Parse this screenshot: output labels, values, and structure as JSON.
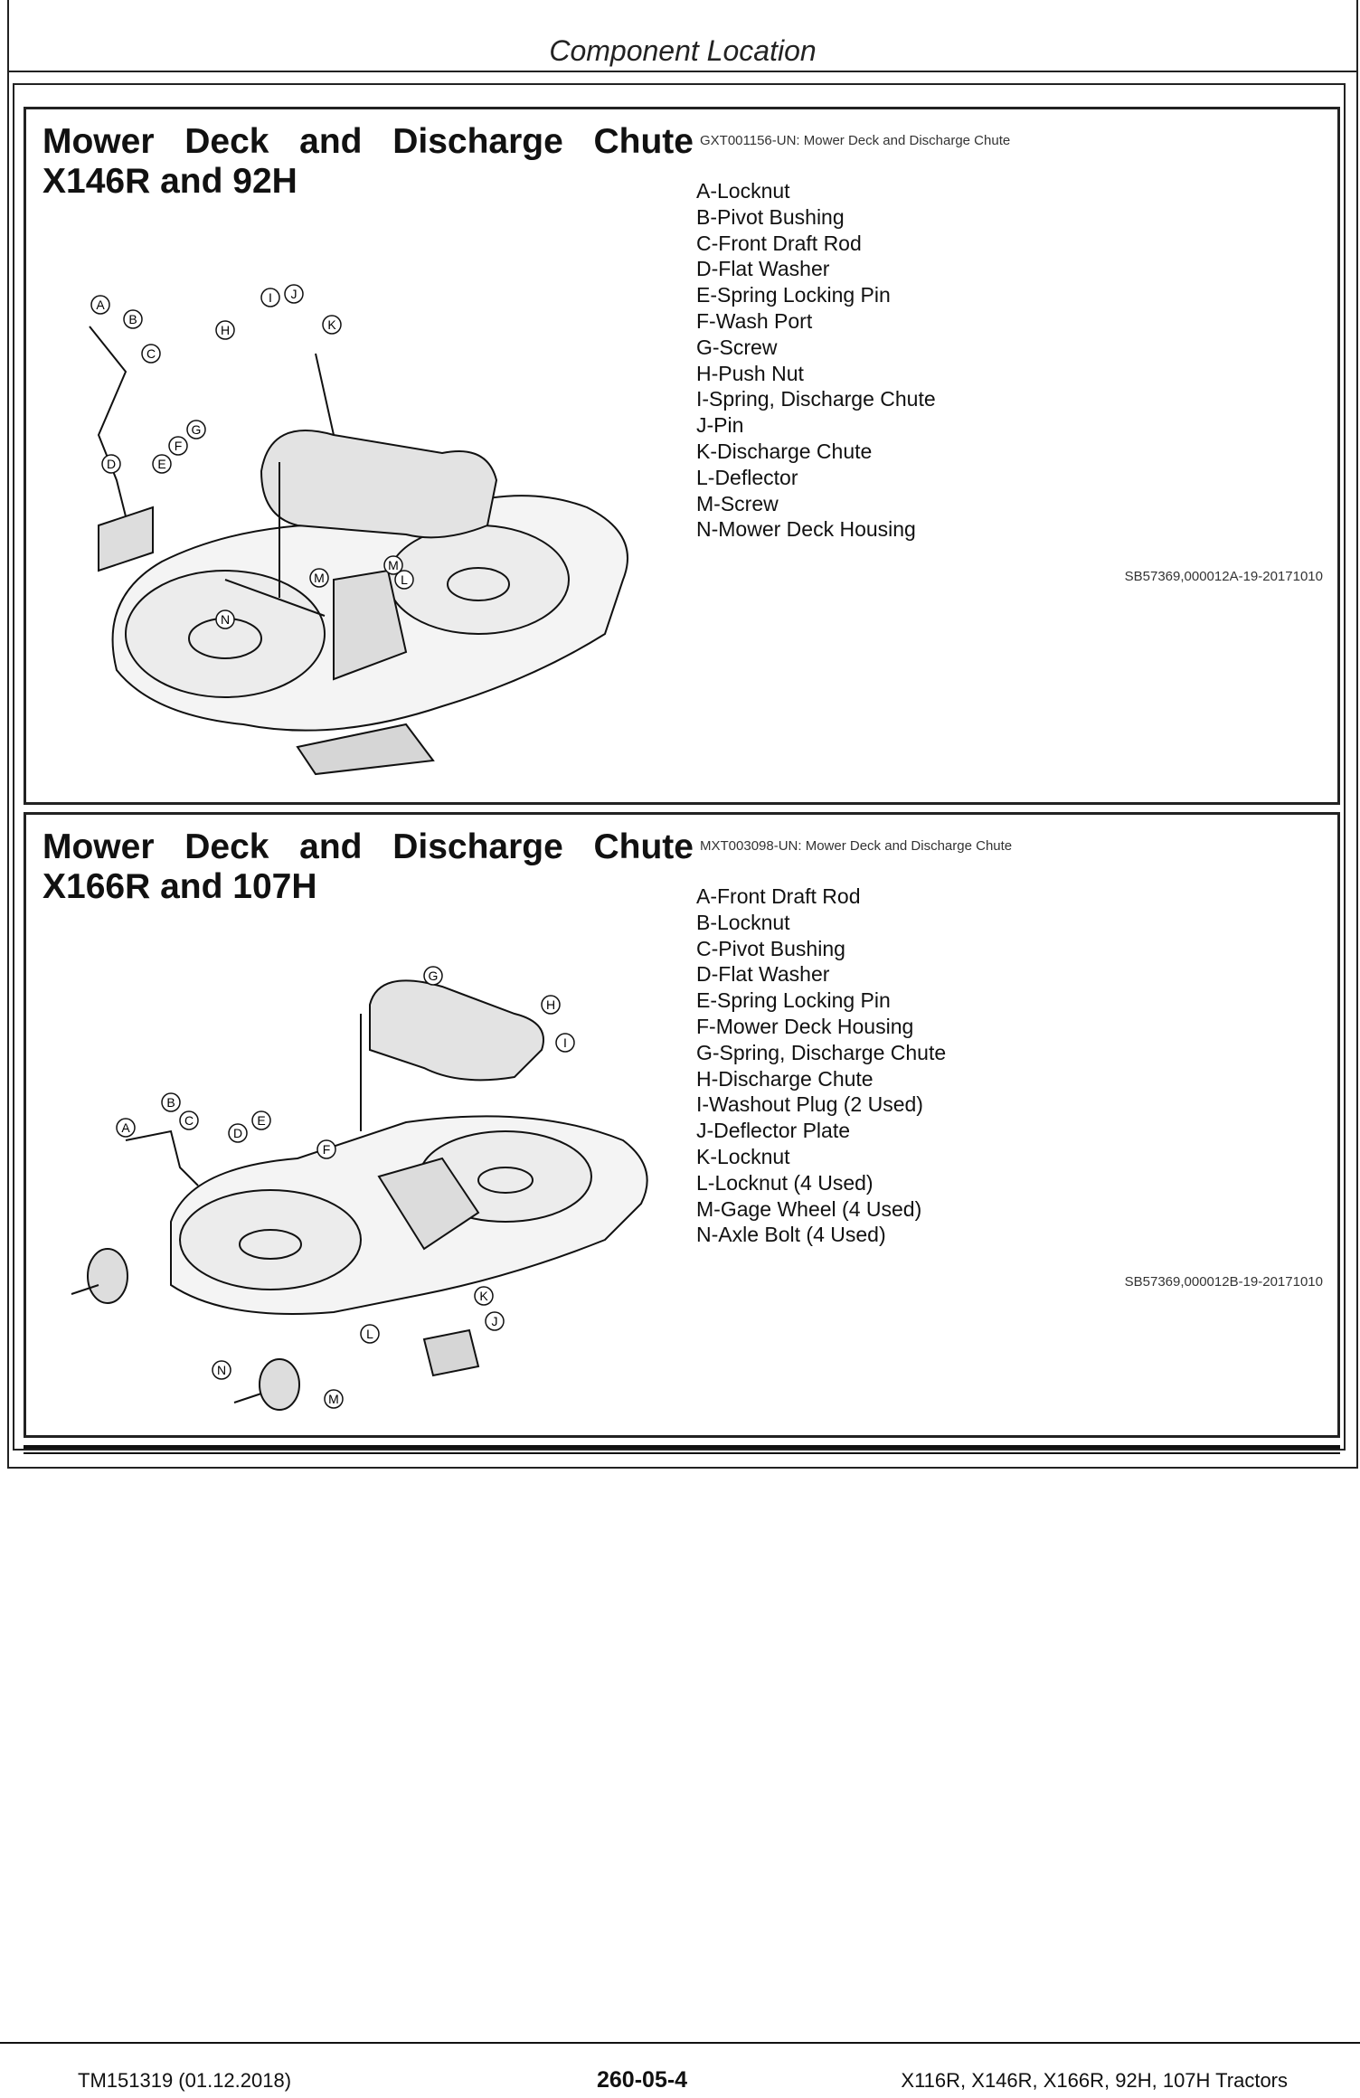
{
  "header": {
    "title": "Component Location"
  },
  "panels": [
    {
      "title_words": [
        "Mower",
        "Deck",
        "and",
        "Discharge",
        "Chute"
      ],
      "title_line2": "X146R and 92H",
      "figure_caption": "GXT001156-UN: Mower Deck and Discharge Chute",
      "legend": [
        "A-Locknut",
        "B-Pivot Bushing",
        "C-Front Draft Rod",
        "D-Flat Washer",
        "E-Spring Locking Pin",
        "F-Wash Port",
        "G-Screw",
        "H-Push Nut",
        "I-Spring, Discharge Chute",
        "J-Pin",
        "K-Discharge Chute",
        "L-Deflector",
        "M-Screw",
        "N-Mower Deck Housing"
      ],
      "reference_id": "SB57369,000012A-19-20171010",
      "callouts": [
        "A",
        "B",
        "C",
        "D",
        "E",
        "F",
        "G",
        "H",
        "I",
        "J",
        "K",
        "L",
        "M",
        "M",
        "N"
      ]
    },
    {
      "title_words": [
        "Mower",
        "Deck",
        "and",
        "Discharge",
        "Chute"
      ],
      "title_line2": "X166R and 107H",
      "figure_caption": "MXT003098-UN: Mower Deck and Discharge Chute",
      "legend": [
        "A-Front Draft Rod",
        "B-Locknut",
        "C-Pivot Bushing",
        "D-Flat Washer",
        "E-Spring Locking Pin",
        "F-Mower Deck Housing",
        "G-Spring, Discharge Chute",
        "H-Discharge Chute",
        "I-Washout Plug (2 Used)",
        "J-Deflector Plate",
        "K-Locknut",
        "L-Locknut (4 Used)",
        "M-Gage Wheel (4 Used)",
        "N-Axle Bolt (4 Used)"
      ],
      "reference_id": "SB57369,000012B-19-20171010",
      "callouts": [
        "A",
        "B",
        "C",
        "D",
        "E",
        "F",
        "G",
        "H",
        "I",
        "J",
        "K",
        "L",
        "M",
        "N"
      ]
    }
  ],
  "footer": {
    "left": "TM151319 (01.12.2018)",
    "center": "260-05-4",
    "right": "X116R, X146R, X166R, 92H, 107H Tractors"
  }
}
